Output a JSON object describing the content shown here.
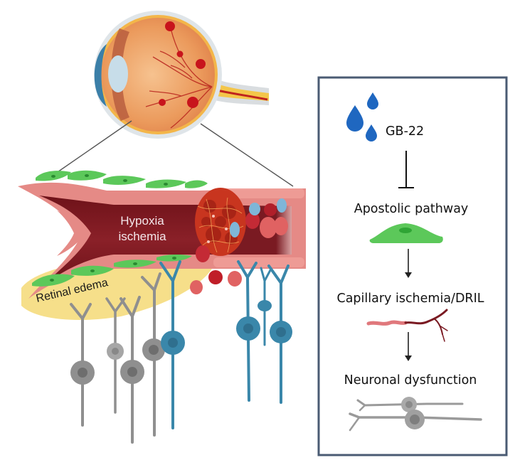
{
  "figure": {
    "left_panel": {
      "vessel_label_line1": "Hypoxia",
      "vessel_label_line2": "ischemia",
      "edema_label": "Retinal edema",
      "icons": [
        "eye-cross-section-icon",
        "blood-vessel-icon",
        "thrombus-icon",
        "retinal-neuron-icon",
        "red-blood-cell-icon"
      ]
    },
    "pathway_box": {
      "drug_label": "GB-22",
      "step1_label": "Apostolic pathway",
      "step2_label": "Capillary ischemia/DRIL",
      "step3_label": "Neuronal dysfunction",
      "inhibit_symbol": "inhibition-arrow",
      "arrow_symbol": "down-arrow"
    },
    "colors": {
      "box_border": "#4a5b73",
      "drop_blue": "#1f67c0",
      "endothelial_green": "#5cc85a",
      "vessel_dark": "#7a1a22",
      "vessel_wall": "#e58a86",
      "edema_yellow": "#f6df8a",
      "neuron_gray": "#8f8f8f",
      "neuron_blue": "#3a87aa"
    }
  }
}
